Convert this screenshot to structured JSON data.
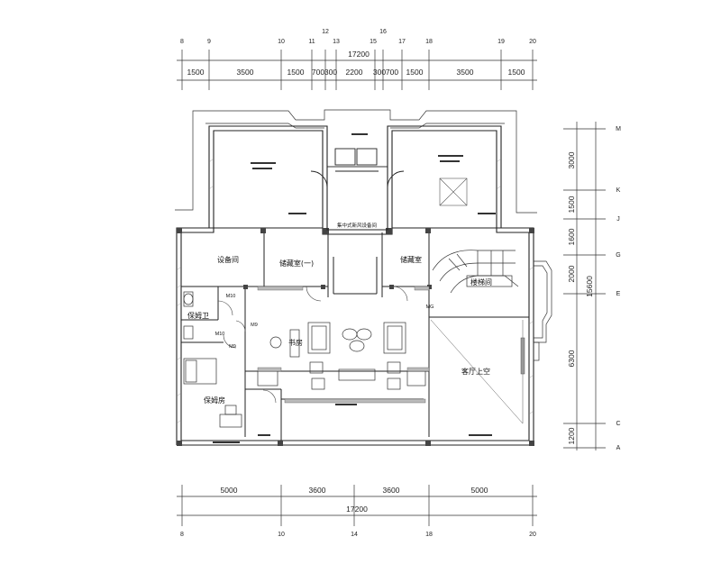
{
  "top_dims": {
    "axes": [
      "8",
      "9",
      "10",
      "11",
      "12",
      "13",
      "15",
      "16",
      "17",
      "18",
      "19",
      "20"
    ],
    "segments": [
      "1500",
      "3500",
      "1500",
      "700",
      "300",
      "2200",
      "300",
      "700",
      "1500",
      "3500",
      "1500"
    ],
    "total": "17200"
  },
  "bottom_dims": {
    "axes": [
      "8",
      "10",
      "14",
      "18",
      "20"
    ],
    "segments": [
      "5000",
      "3600",
      "3600",
      "5000"
    ],
    "total": "17200"
  },
  "right_dims": {
    "axes": [
      "M",
      "K",
      "J",
      "G",
      "E",
      "C",
      "A"
    ],
    "segments": [
      "3000",
      "1500",
      "1600",
      "2000",
      "6300",
      "1200"
    ],
    "total": "15600"
  },
  "rooms": {
    "equipment_room": "设备间",
    "storage_1": "储藏室(一)",
    "storage_2": "储藏室",
    "stair_hall": "楼梯间",
    "study": "书房",
    "nanny_bath": "保姆卫",
    "nanny_room": "保姆房",
    "living_void": "客厅上空",
    "central_ac": "集中式新风设备间"
  },
  "doors": {
    "m10a": "M10",
    "m10b": "M10",
    "m9a": "M9",
    "m9b": "M9",
    "mg": "MG"
  }
}
